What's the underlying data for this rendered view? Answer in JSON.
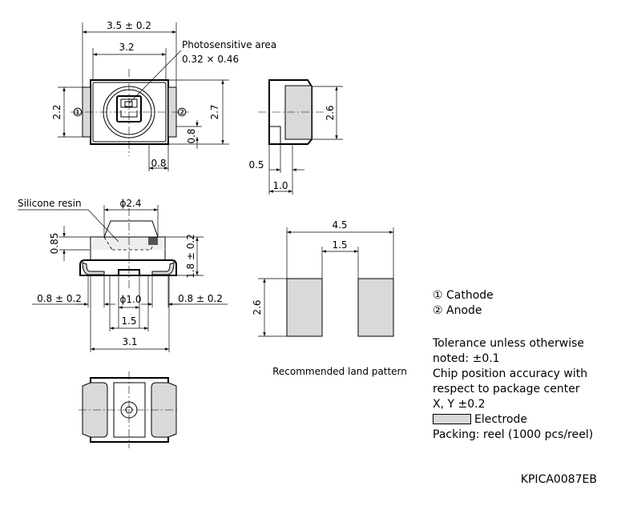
{
  "top_view": {
    "width_overall": "3.5 ± 0.2",
    "width_body": "3.2",
    "photosensitive_label": "Photosensitive area",
    "photosensitive_size": "0.32 × 0.46",
    "height_left": "2.2",
    "height_right": "2.7",
    "pin1_mark": "①",
    "pin2_mark": "②",
    "lead_height": "0.8",
    "lead_width": "0.8"
  },
  "side_view": {
    "height": "2.6",
    "offset": "0.5",
    "depth": "1.0"
  },
  "front_view": {
    "resin_label": "Silicone resin",
    "lens_diameter": "ϕ2.4",
    "resin_height": "0.85",
    "total_height": "1.8 ± 0.2",
    "left_lead": "0.8 ± 0.2",
    "right_lead": "0.8 ± 0.2",
    "window_diameter": "ϕ1.0",
    "pitch": "1.5",
    "body_width": "3.1"
  },
  "land_pattern": {
    "total_width": "4.5",
    "gap": "1.5",
    "pad_height": "2.6",
    "caption": "Recommended land pattern"
  },
  "legend": {
    "cathode": "① Cathode",
    "anode": "② Anode",
    "tolerance_1": "Tolerance unless otherwise",
    "tolerance_2": "noted: ±0.1",
    "chip_1": "Chip position accuracy with",
    "chip_2": "respect to package center",
    "chip_3": "X, Y ±0.2",
    "electrode": "Electrode",
    "packing": "Packing: reel (1000 pcs/reel)"
  },
  "doc_id": "KPICA0087EB",
  "colors": {
    "electrode_fill": "#d9d9d9",
    "line": "#000000"
  }
}
